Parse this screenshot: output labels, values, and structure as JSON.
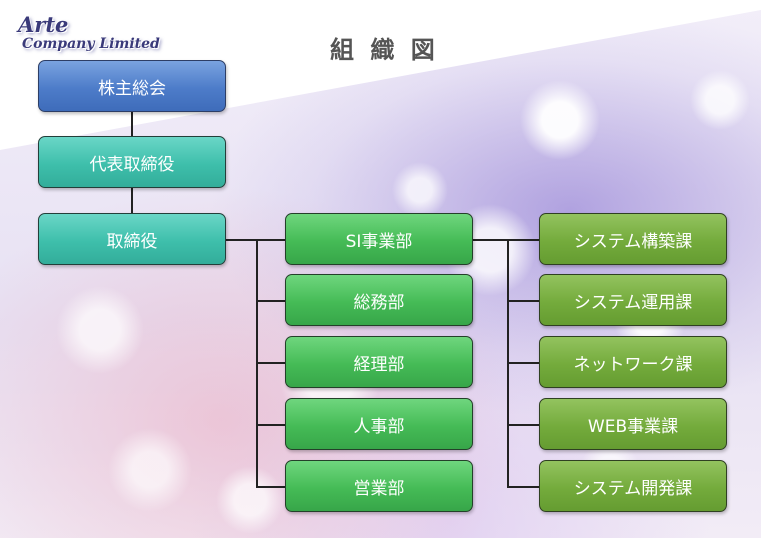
{
  "logo": {
    "line1": "Arte",
    "line2": "Company Limited"
  },
  "title": "組 織 図",
  "top_chain": [
    "株主総会",
    "代表取締役",
    "取締役"
  ],
  "departments": [
    "SI事業部",
    "総務部",
    "経理部",
    "人事部",
    "営業部"
  ],
  "sections": [
    "システム構築課",
    "システム運用課",
    "ネットワーク課",
    "WEB事業課",
    "システム開発課"
  ],
  "colors": {
    "shareholders": "#4d7cc9",
    "executives": "#3ebfab",
    "departments": "#45bb56",
    "sections": "#74ab3c"
  }
}
